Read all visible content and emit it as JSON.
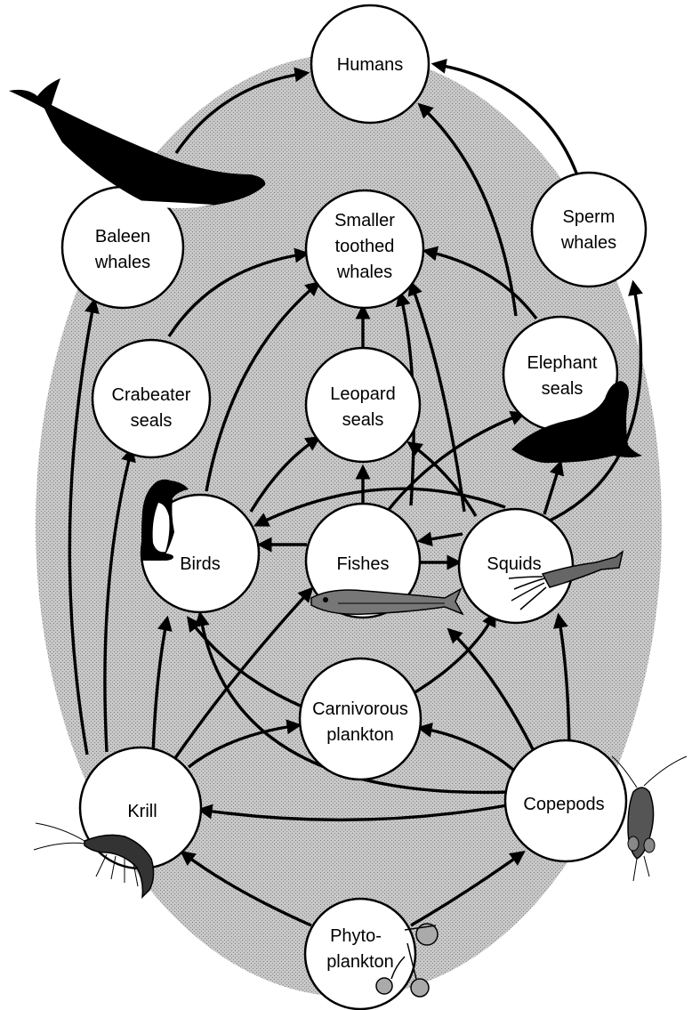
{
  "colors": {
    "background_oval": "#b9b9b9",
    "node_fill": "#ffffff",
    "stroke": "#000000"
  },
  "nodes": {
    "humans": [
      "Humans"
    ],
    "baleen": [
      "Baleen",
      "whales"
    ],
    "smaller_toothed": [
      "Smaller",
      "toothed",
      "whales"
    ],
    "sperm": [
      "Sperm",
      "whales"
    ],
    "elephant": [
      "Elephant",
      "seals"
    ],
    "crabeater": [
      "Crabeater",
      "seals"
    ],
    "leopard": [
      "Leopard",
      "seals"
    ],
    "birds": [
      "Birds"
    ],
    "fishes": [
      "Fishes"
    ],
    "squids": [
      "Squids"
    ],
    "carnivorous": [
      "Carnivorous",
      "plankton"
    ],
    "krill": [
      "Krill"
    ],
    "copepods": [
      "Copepods"
    ],
    "phyto": [
      "Phyto-",
      "plankton"
    ]
  },
  "illustrations": [
    "whale-icon",
    "penguin-icon",
    "elephant-seal-icon",
    "fish-icon",
    "squid-icon",
    "krill-icon",
    "copepod-icon",
    "phytoplankton-icon"
  ]
}
